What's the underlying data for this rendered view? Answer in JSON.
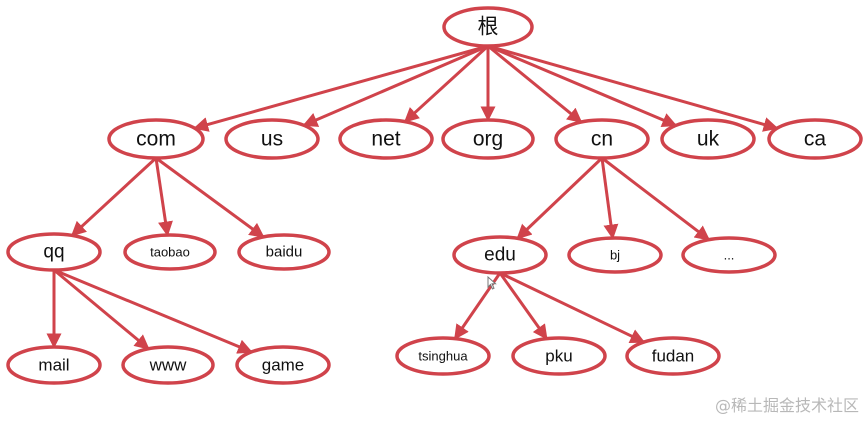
{
  "diagram": {
    "colors": {
      "stroke": "#d0434b",
      "fill": "#ffffff",
      "text": "#111111"
    },
    "nodes": {
      "root": "根",
      "com": "com",
      "us": "us",
      "net": "net",
      "org": "org",
      "cn": "cn",
      "uk": "uk",
      "ca": "ca",
      "qq": "qq",
      "taobao": "taobao",
      "baidu": "baidu",
      "edu": "edu",
      "bj": "bj",
      "more": "...",
      "mail": "mail",
      "www": "www",
      "game": "game",
      "tsinghua": "tsinghua",
      "pku": "pku",
      "fudan": "fudan"
    },
    "edges": [
      [
        "root",
        "com"
      ],
      [
        "root",
        "us"
      ],
      [
        "root",
        "net"
      ],
      [
        "root",
        "org"
      ],
      [
        "root",
        "cn"
      ],
      [
        "root",
        "uk"
      ],
      [
        "root",
        "ca"
      ],
      [
        "com",
        "qq"
      ],
      [
        "com",
        "taobao"
      ],
      [
        "com",
        "baidu"
      ],
      [
        "cn",
        "edu"
      ],
      [
        "cn",
        "bj"
      ],
      [
        "cn",
        "more"
      ],
      [
        "qq",
        "mail"
      ],
      [
        "qq",
        "www"
      ],
      [
        "qq",
        "game"
      ],
      [
        "edu",
        "tsinghua"
      ],
      [
        "edu",
        "pku"
      ],
      [
        "edu",
        "fudan"
      ]
    ]
  },
  "watermark": "@稀土掘金技术社区"
}
